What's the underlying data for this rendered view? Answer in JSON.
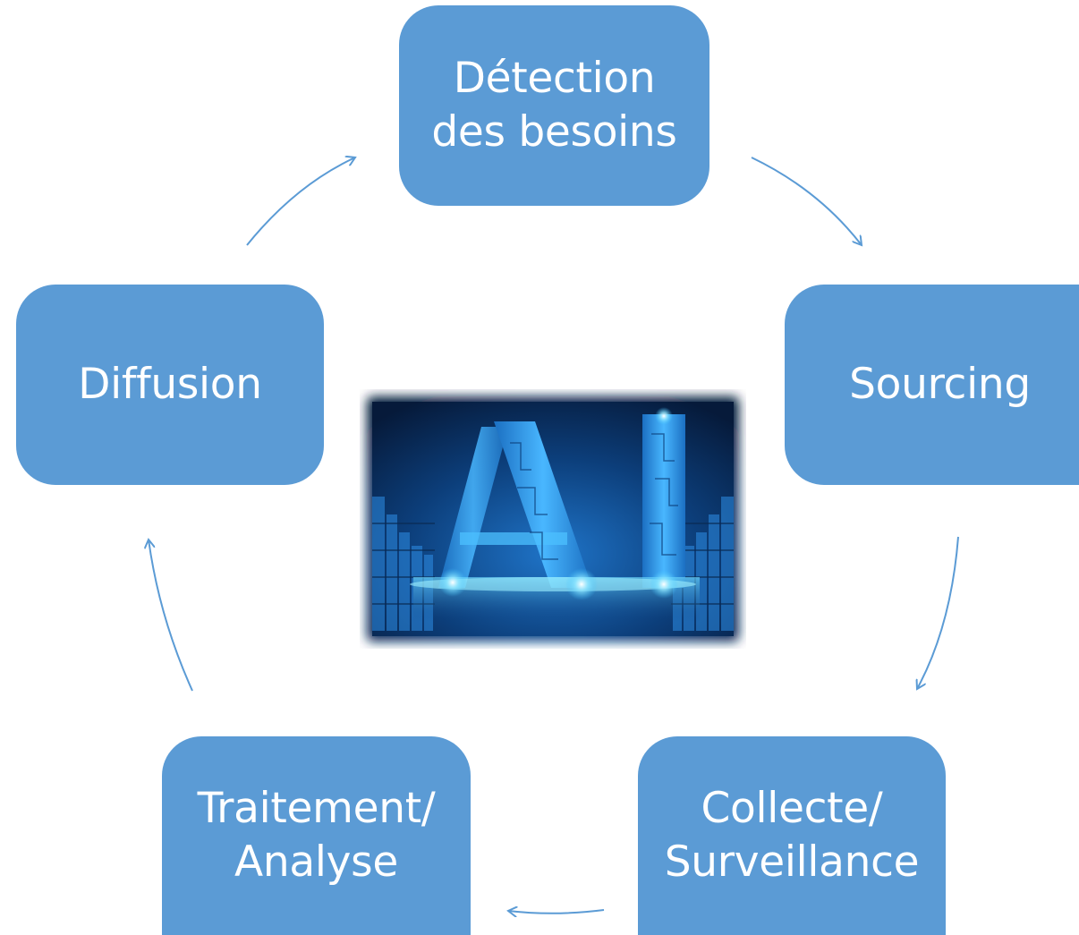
{
  "diagram": {
    "nodes": [
      {
        "id": "detection",
        "lines": [
          "Détection",
          "des besoins"
        ]
      },
      {
        "id": "sourcing",
        "lines": [
          "Sourcing"
        ]
      },
      {
        "id": "collecte",
        "lines": [
          "Collecte/",
          "Surveillance"
        ]
      },
      {
        "id": "traitement",
        "lines": [
          "Traitement/",
          "Analyse"
        ]
      },
      {
        "id": "diffusion",
        "lines": [
          "Diffusion"
        ]
      }
    ],
    "edges": [
      {
        "from": "detection",
        "to": "sourcing"
      },
      {
        "from": "sourcing",
        "to": "collecte"
      },
      {
        "from": "collecte",
        "to": "traitement"
      },
      {
        "from": "traitement",
        "to": "diffusion"
      },
      {
        "from": "diffusion",
        "to": "detection"
      }
    ],
    "center_image": {
      "description_icon": "ai-letters-image",
      "logo_text": "AI"
    },
    "colors": {
      "node_fill": "#5b9bd5",
      "node_text": "#ffffff",
      "arrow": "#5b9bd5",
      "image_background": "#0a2a52",
      "image_glow": "#3fc3ff"
    }
  }
}
